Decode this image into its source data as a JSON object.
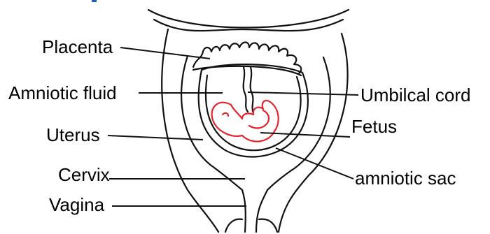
{
  "labels": {
    "placenta": "Placenta",
    "amniotic_fluid": "Amniotic fluid",
    "uterus": "Uterus",
    "cervix": "Cervix",
    "vagina": "Vagina",
    "umbilical_cord": "Umbilcal cord",
    "fetus": "Fetus",
    "amniotic_sac": "amniotic sac"
  },
  "colors": {
    "outline": "#111111",
    "fetus": "#e3242b",
    "label_text": "#000000",
    "top_accent": "#1f5fbf"
  }
}
